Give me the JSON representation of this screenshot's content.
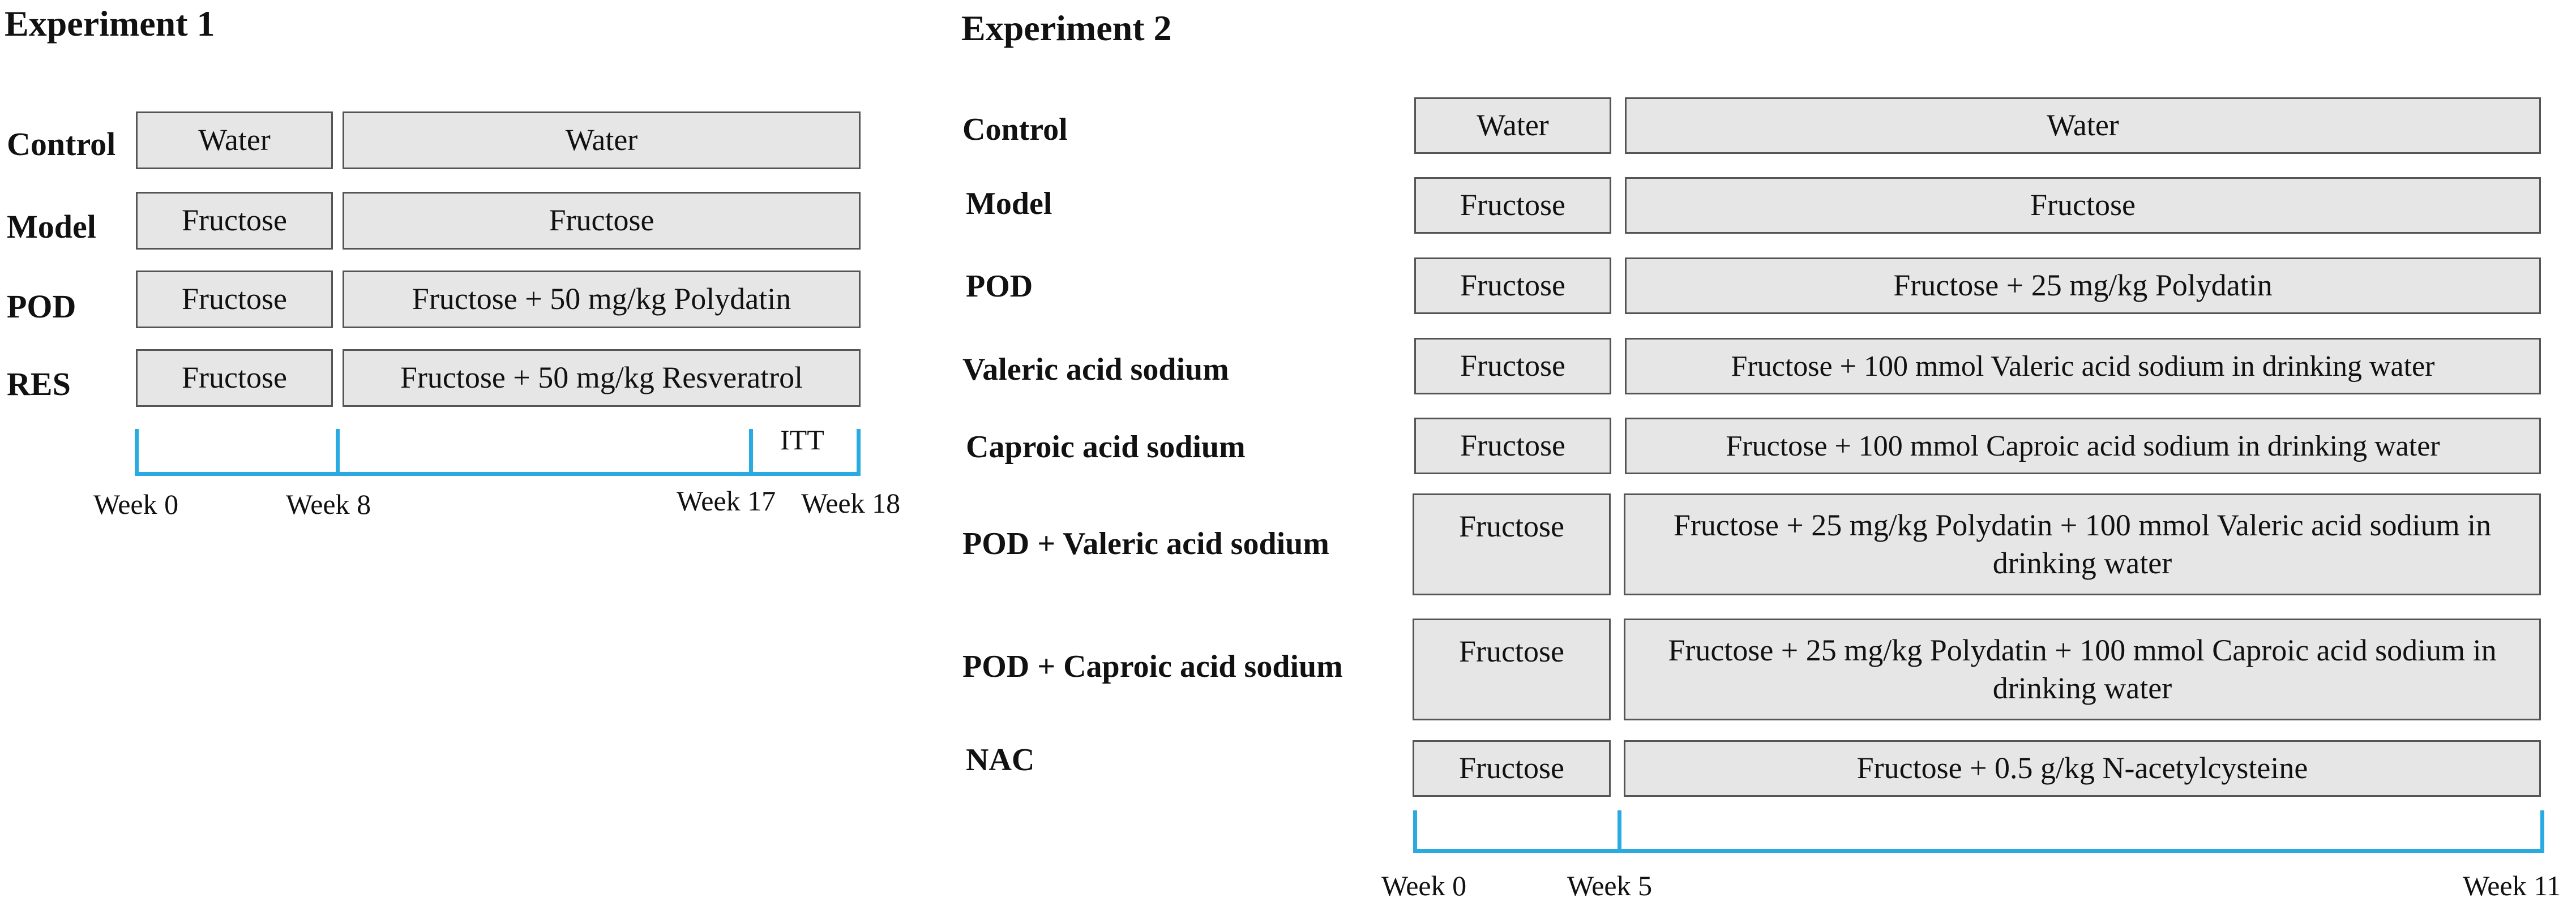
{
  "experiment1": {
    "title": "Experiment 1",
    "rows": [
      {
        "label": "Control",
        "phase1": "Water",
        "phase2": "Water"
      },
      {
        "label": "Model",
        "phase1": "Fructose",
        "phase2": "Fructose"
      },
      {
        "label": "POD",
        "phase1": "Fructose",
        "phase2": "Fructose + 50 mg/kg Polydatin"
      },
      {
        "label": "RES",
        "phase1": "Fructose",
        "phase2": "Fructose + 50 mg/kg Resveratrol"
      }
    ],
    "timeline": {
      "segment_label": "ITT",
      "ticks": [
        "Week 0",
        "Week 8",
        "Week 17",
        "Week 18"
      ]
    }
  },
  "experiment2": {
    "title": "Experiment 2",
    "rows": [
      {
        "label": "Control",
        "phase1": "Water",
        "phase2": "Water"
      },
      {
        "label": "Model",
        "phase1": "Fructose",
        "phase2": "Fructose"
      },
      {
        "label": "POD",
        "phase1": "Fructose",
        "phase2": "Fructose + 25 mg/kg Polydatin"
      },
      {
        "label": "Valeric acid sodium",
        "phase1": "Fructose",
        "phase2": "Fructose + 100 mmol Valeric acid sodium in drinking water"
      },
      {
        "label": "Caproic acid sodium",
        "phase1": "Fructose",
        "phase2": "Fructose + 100 mmol Caproic acid sodium in drinking water"
      },
      {
        "label": "POD + Valeric acid sodium",
        "phase1": "Fructose",
        "phase2": "Fructose + 25 mg/kg Polydatin + 100 mmol Valeric acid sodium in drinking water"
      },
      {
        "label": "POD + Caproic acid sodium",
        "phase1": "Fructose",
        "phase2": "Fructose + 25 mg/kg Polydatin + 100 mmol Caproic acid sodium in drinking water"
      },
      {
        "label": "NAC",
        "phase1": "Fructose",
        "phase2": "Fructose + 0.5 g/kg N-acetylcysteine"
      }
    ],
    "timeline": {
      "ticks": [
        "Week 0",
        "Week 5",
        "Week 11"
      ]
    }
  },
  "colors": {
    "timeline": "#29abe2",
    "box_fill": "#e6e6e6",
    "box_border": "#555555"
  }
}
